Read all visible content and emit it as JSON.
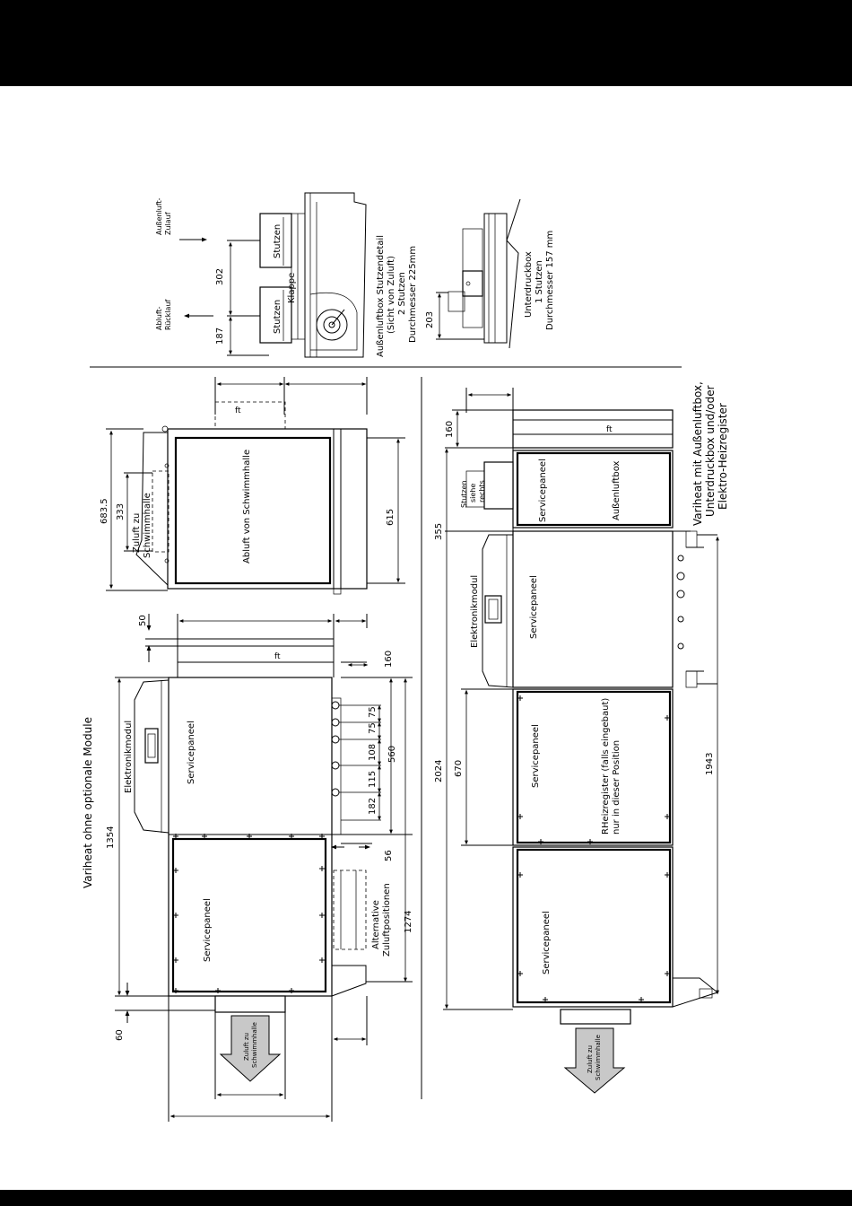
{
  "colors": {
    "background": "#ffffff",
    "bars": "#000000",
    "arrow_fill": "#c8c8c8"
  },
  "detail_top": {
    "label_aussenluft_zulauf": [
      "Außenluft-",
      "Zulauf"
    ],
    "label_abluft_ruecklauf": [
      "Abluft-",
      "Rücklauf"
    ],
    "stutzen_1": "Stutzen",
    "stutzen_2": "Stutzen",
    "klappe": "Klappe",
    "dim_302": "302",
    "dim_187": "187",
    "caption": [
      "Außenluftbox Stutzendetail",
      "(Sicht von Zuluft)",
      "2 Stutzen",
      "Durchmesser 225mm"
    ],
    "dim_203": "203",
    "unterdruck_caption": [
      "Unterdruckbox",
      "1 Stutzen",
      "Durchmesser 157 mm"
    ]
  },
  "left_view": {
    "title": "Variheat ohne optionale Module",
    "elektronikmodul": "Elektronikmodul",
    "servicepaneel_1": "Servicepaneel",
    "servicepaneel_2": "Servicepaneel",
    "ft_label": "ft",
    "dim_1354": "1354",
    "dim_60": "60",
    "dim_50": "50",
    "dim_160": "160",
    "dim_75a": "75",
    "dim_75b": "75",
    "dim_108": "108",
    "dim_115": "115",
    "dim_182": "182",
    "dim_560": "560",
    "dim_56": "56",
    "alt_zuluft": [
      "Alternative",
      "Zuluftpositionen"
    ],
    "dim_1274": "1274",
    "arrow_label": [
      "Zuluft zu",
      "Schwimmhalle"
    ]
  },
  "end_view": {
    "ft_label": "ft",
    "abluft_label": "Abluft von Schwimmhalle",
    "zuluft_label": [
      "Zuluft zu",
      "Schwimmhalle"
    ],
    "dim_683": "683.5",
    "dim_333": "333",
    "dim_615": "615"
  },
  "right_view": {
    "title": [
      "Variheat mit Außenluftbox,",
      "Unterdruckbox und/oder",
      "Elektro-Heizregister"
    ],
    "ft_label": "ft",
    "stutzen_label": [
      "Stutzen",
      "siehe",
      "rechts"
    ],
    "servicepaneel_box": "Servicepaneel",
    "aussenluftbox": "Außenluftbox",
    "elektronikmodul": "Elektronikmodul",
    "servicepaneel_main": "Servicepaneel",
    "servicepaneel_heiz": "Servicepaneel",
    "heizregister_label": [
      "RHeizregister (falls eingebaut)",
      "nur in dieser Position"
    ],
    "servicepaneel_lower": "Servicepaneel",
    "dim_160": "160",
    "dim_355": "355",
    "dim_2024": "2024",
    "dim_670": "670",
    "dim_1943": "1943",
    "arrow_label": [
      "Zuluft zu",
      "Schwimmhalle"
    ]
  }
}
